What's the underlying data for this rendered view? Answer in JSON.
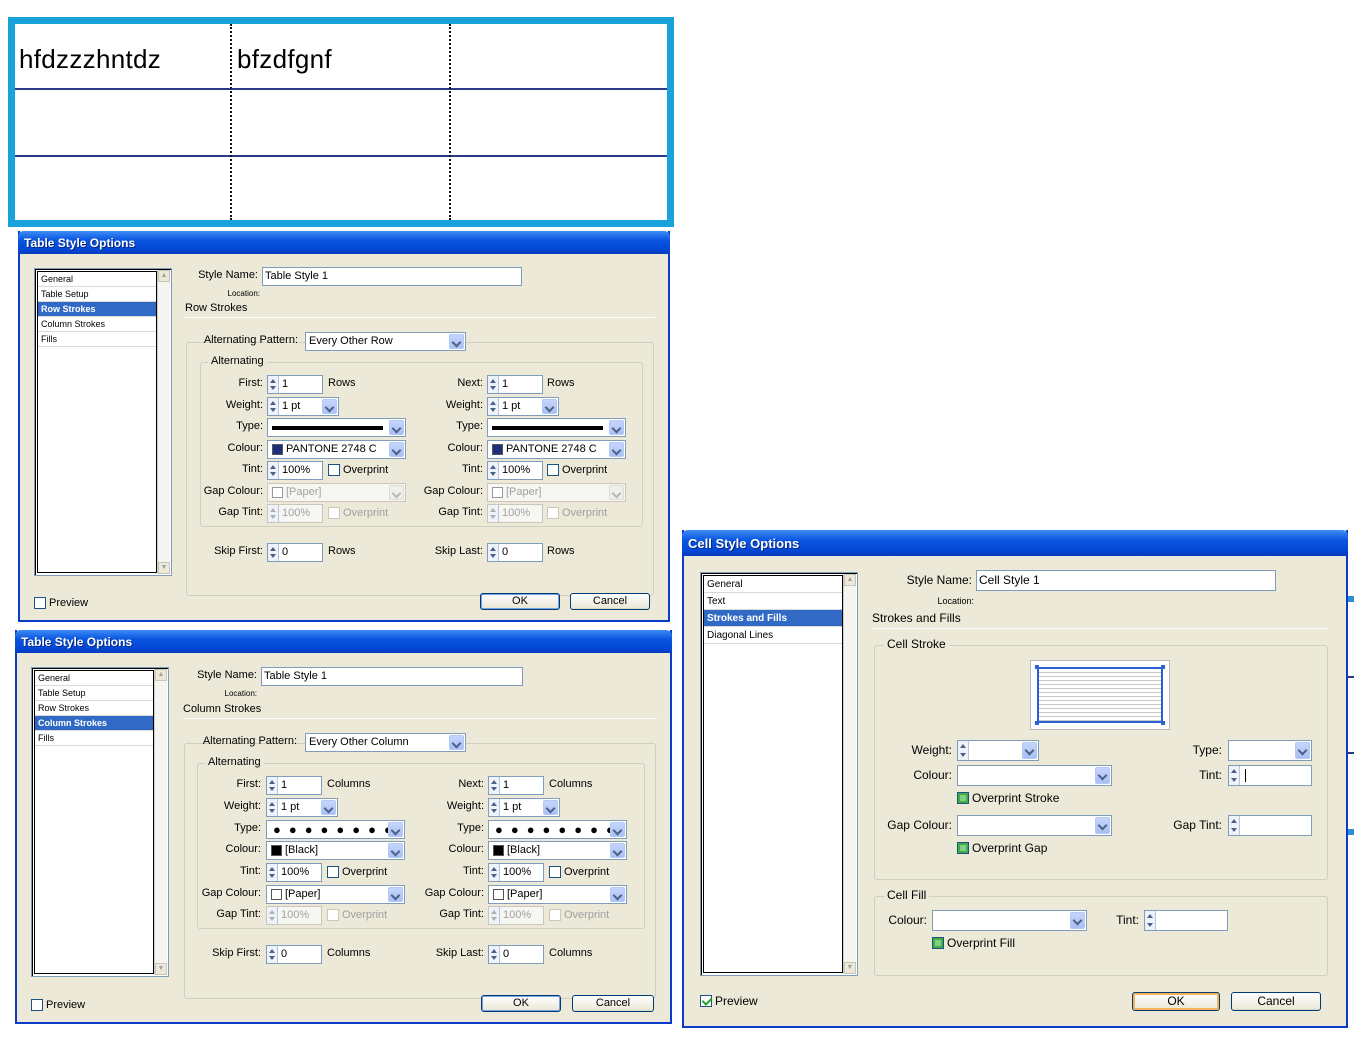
{
  "table_preview": {
    "cells": [
      "hfdzzzhntdz",
      "bfzdfgnf",
      ""
    ]
  },
  "dialog_row": {
    "title": "Table Style Options",
    "list": [
      "General",
      "Table Setup",
      "Row Strokes",
      "Column Strokes",
      "Fills"
    ],
    "selected": "Row Strokes",
    "style_name_label": "Style Name:",
    "style_name_value": "Table Style 1",
    "location_label": "Location:",
    "section_title": "Row Strokes",
    "alternating_pattern_label": "Alternating Pattern:",
    "alternating_pattern_value": "Every Other Row",
    "group_label": "Alternating",
    "left": {
      "first_label": "First:",
      "first_value": "1",
      "first_unit": "Rows",
      "weight_label": "Weight:",
      "weight_value": "1 pt",
      "type_label": "Type:",
      "colour_label": "Colour:",
      "colour_value": "PANTONE 2748 C",
      "tint_label": "Tint:",
      "tint_value": "100%",
      "overprint_label": "Overprint",
      "gap_colour_label": "Gap Colour:",
      "gap_colour_value": "[Paper]",
      "gap_tint_label": "Gap Tint:",
      "gap_tint_value": "100%",
      "gap_overprint_label": "Overprint",
      "skip_label": "Skip First:",
      "skip_value": "0",
      "skip_unit": "Rows"
    },
    "right": {
      "first_label": "Next:",
      "first_value": "1",
      "first_unit": "Rows",
      "weight_label": "Weight:",
      "weight_value": "1 pt",
      "type_label": "Type:",
      "colour_label": "Colour:",
      "colour_value": "PANTONE 2748 C",
      "tint_label": "Tint:",
      "tint_value": "100%",
      "overprint_label": "Overprint",
      "gap_colour_label": "Gap Colour:",
      "gap_colour_value": "[Paper]",
      "gap_tint_label": "Gap Tint:",
      "gap_tint_value": "100%",
      "gap_overprint_label": "Overprint",
      "skip_label": "Skip Last:",
      "skip_value": "0",
      "skip_unit": "Rows"
    },
    "preview_label": "Preview",
    "ok_label": "OK",
    "cancel_label": "Cancel"
  },
  "dialog_col": {
    "title": "Table Style Options",
    "list": [
      "General",
      "Table Setup",
      "Row Strokes",
      "Column Strokes",
      "Fills"
    ],
    "selected": "Column Strokes",
    "style_name_label": "Style Name:",
    "style_name_value": "Table Style 1",
    "location_label": "Location:",
    "section_title": "Column Strokes",
    "alternating_pattern_label": "Alternating Pattern:",
    "alternating_pattern_value": "Every Other Column",
    "group_label": "Alternating",
    "left": {
      "first_label": "First:",
      "first_value": "1",
      "first_unit": "Columns",
      "weight_label": "Weight:",
      "weight_value": "1 pt",
      "type_label": "Type:",
      "colour_label": "Colour:",
      "colour_value": "[Black]",
      "tint_label": "Tint:",
      "tint_value": "100%",
      "overprint_label": "Overprint",
      "gap_colour_label": "Gap Colour:",
      "gap_colour_value": "[Paper]",
      "gap_tint_label": "Gap Tint:",
      "gap_tint_value": "100%",
      "gap_overprint_label": "Overprint",
      "skip_label": "Skip First:",
      "skip_value": "0",
      "skip_unit": "Columns"
    },
    "right": {
      "first_label": "Next:",
      "first_value": "1",
      "first_unit": "Columns",
      "weight_label": "Weight:",
      "weight_value": "1 pt",
      "type_label": "Type:",
      "colour_label": "Colour:",
      "colour_value": "[Black]",
      "tint_label": "Tint:",
      "tint_value": "100%",
      "overprint_label": "Overprint",
      "gap_colour_label": "Gap Colour:",
      "gap_colour_value": "[Paper]",
      "gap_tint_label": "Gap Tint:",
      "gap_tint_value": "100%",
      "gap_overprint_label": "Overprint",
      "skip_label": "Skip Last:",
      "skip_value": "0",
      "skip_unit": "Columns"
    },
    "preview_label": "Preview",
    "ok_label": "OK",
    "cancel_label": "Cancel"
  },
  "dialog_cell": {
    "title": "Cell Style Options",
    "list": [
      "General",
      "Text",
      "Strokes and Fills",
      "Diagonal Lines"
    ],
    "selected": "Strokes and Fills",
    "style_name_label": "Style Name:",
    "style_name_value": "Cell Style 1",
    "location_label": "Location:",
    "section_title": "Strokes and Fills",
    "stroke_group_label": "Cell Stroke",
    "weight_label": "Weight:",
    "type_label": "Type:",
    "colour_label": "Colour:",
    "tint_label": "Tint:",
    "overprint_stroke_label": "Overprint Stroke",
    "gap_colour_label": "Gap Colour:",
    "gap_tint_label": "Gap Tint:",
    "overprint_gap_label": "Overprint Gap",
    "fill_group_label": "Cell Fill",
    "fill_colour_label": "Colour:",
    "fill_tint_label": "Tint:",
    "overprint_fill_label": "Overprint Fill",
    "preview_label": "Preview",
    "ok_label": "OK",
    "cancel_label": "Cancel"
  },
  "colors": {
    "titlebar": "#0a55e0",
    "selection": "#316ac5",
    "table_border": "#1aa3da",
    "row_line": "#2b3a8a",
    "pantone_2748": "#1d2f7a"
  }
}
